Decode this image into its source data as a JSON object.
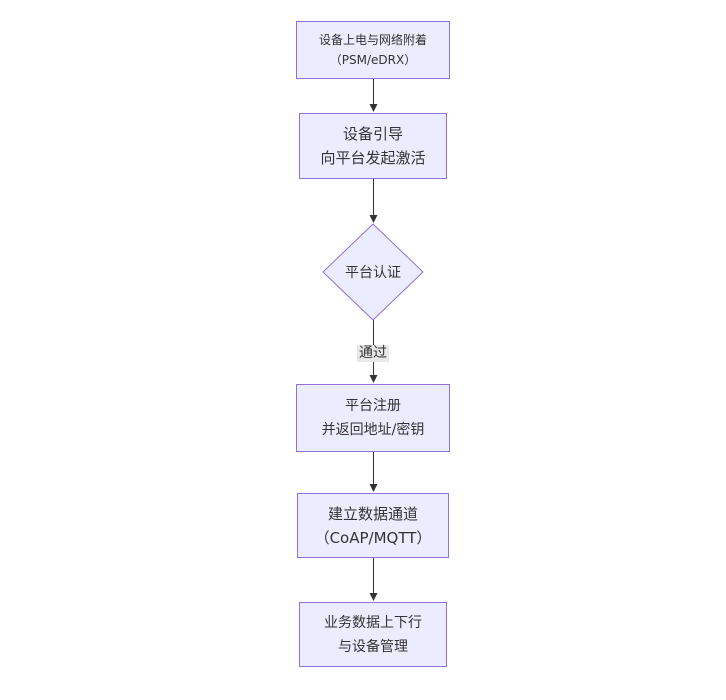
{
  "diagram": {
    "type": "flowchart",
    "direction": "top-down",
    "nodes": [
      {
        "id": "n1",
        "shape": "rect",
        "line1": "设备上电与网络附着",
        "line2": "（PSM/eDRX）"
      },
      {
        "id": "n2",
        "shape": "rect",
        "line1": "设备引导",
        "line2": "向平台发起激活"
      },
      {
        "id": "d1",
        "shape": "diamond",
        "line1": "平台认证",
        "line2": ""
      },
      {
        "id": "n3",
        "shape": "rect",
        "line1": "平台注册",
        "line2": "并返回地址/密钥"
      },
      {
        "id": "n4",
        "shape": "rect",
        "line1": "建立数据通道",
        "line2": "（CoAP/MQTT）"
      },
      {
        "id": "n5",
        "shape": "rect",
        "line1": "业务数据上下行",
        "line2": "与设备管理"
      }
    ],
    "edges": [
      {
        "from": "n1",
        "to": "n2",
        "label": ""
      },
      {
        "from": "n2",
        "to": "d1",
        "label": ""
      },
      {
        "from": "d1",
        "to": "n3",
        "label": "通过"
      },
      {
        "from": "n3",
        "to": "n4",
        "label": ""
      },
      {
        "from": "n4",
        "to": "n5",
        "label": ""
      }
    ],
    "edge_label": "通过",
    "colors": {
      "node_fill": "#ECECFF",
      "node_border": "#9370DB",
      "edge": "#333333",
      "edge_label_bg": "#e8e8e8",
      "text": "#333333",
      "canvas_bg": "#ffffff"
    }
  }
}
